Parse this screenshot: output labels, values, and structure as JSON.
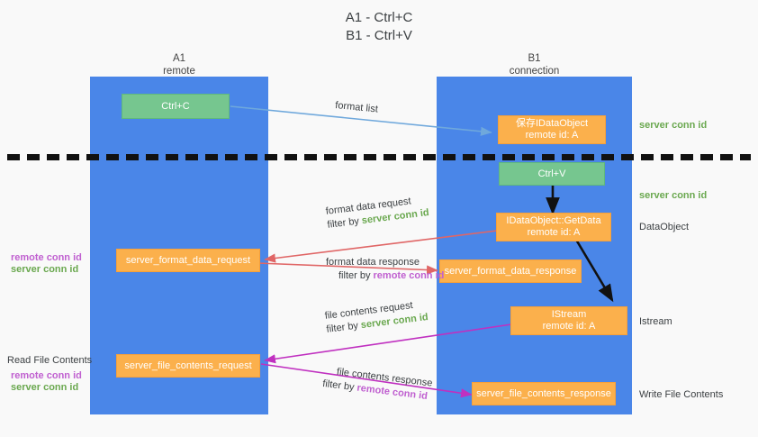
{
  "title": {
    "line1": "A1 - Ctrl+C",
    "line2": "B1 - Ctrl+V"
  },
  "columns": [
    {
      "name": "A1",
      "sub": "remote"
    },
    {
      "name": "B1",
      "sub": "connection"
    }
  ],
  "boxes": [
    {
      "id": "ctrl-c",
      "label": "Ctrl+C",
      "sub": "",
      "color": "green"
    },
    {
      "id": "save-idataobject",
      "label": "保存IDataObject",
      "sub": "remote id: A",
      "color": "orange"
    },
    {
      "id": "ctrl-v",
      "label": "Ctrl+V",
      "sub": "",
      "color": "green"
    },
    {
      "id": "idataobject-getdata",
      "label": "IDataObject::GetData",
      "sub": "remote id: A",
      "color": "orange"
    },
    {
      "id": "server-format-data-request",
      "label": "server_format_data_request",
      "sub": "",
      "color": "orange"
    },
    {
      "id": "server-format-data-response",
      "label": "server_format_data_response",
      "sub": "",
      "color": "orange"
    },
    {
      "id": "istream",
      "label": "IStream",
      "sub": "remote id: A",
      "color": "orange"
    },
    {
      "id": "server-file-contents-request",
      "label": "server_file_contents_request",
      "sub": "",
      "color": "orange"
    },
    {
      "id": "server-file-contents-response",
      "label": "server_file_contents_response",
      "sub": "",
      "color": "orange"
    }
  ],
  "side_labels": {
    "right_server_conn_id_1": "server conn id",
    "right_server_conn_id_2": "server conn id",
    "right_dataobject": "DataObject",
    "right_istream": "Istream",
    "right_write_file_contents": "Write File Contents",
    "left_remote_conn_id_1": "remote conn id",
    "left_server_conn_id_1": "server conn id",
    "left_read_file_contents": "Read File Contents",
    "left_remote_conn_id_2": "remote conn id",
    "left_server_conn_id_2": "server conn id"
  },
  "edges": [
    {
      "id": "format-list",
      "line1": "format list",
      "filter_prefix": "",
      "filter_value": ""
    },
    {
      "id": "format-data-request",
      "line1": "format data request",
      "filter_prefix": "filter by ",
      "filter_value": "server conn id"
    },
    {
      "id": "format-data-response",
      "line1": "format data response",
      "filter_prefix": "filter by ",
      "filter_value": "remote conn id"
    },
    {
      "id": "file-contents-request",
      "line1": "file contents request",
      "filter_prefix": "filter by ",
      "filter_value": "server conn id"
    },
    {
      "id": "file-contents-response",
      "line1": "file contents response",
      "filter_prefix": "filter by ",
      "filter_value": "remote conn id"
    }
  ],
  "colors": {
    "lane": "#4a86e8",
    "green_box": "#76c68f",
    "orange_box": "#fbb04c",
    "server_conn_id": "#6aa84f",
    "remote_conn_id": "#c060d0",
    "arrow_blue": "#6fa8dc",
    "arrow_red": "#e06666",
    "arrow_magenta": "#c030c0",
    "arrow_black": "#111111",
    "background": "#f9f9f9"
  }
}
